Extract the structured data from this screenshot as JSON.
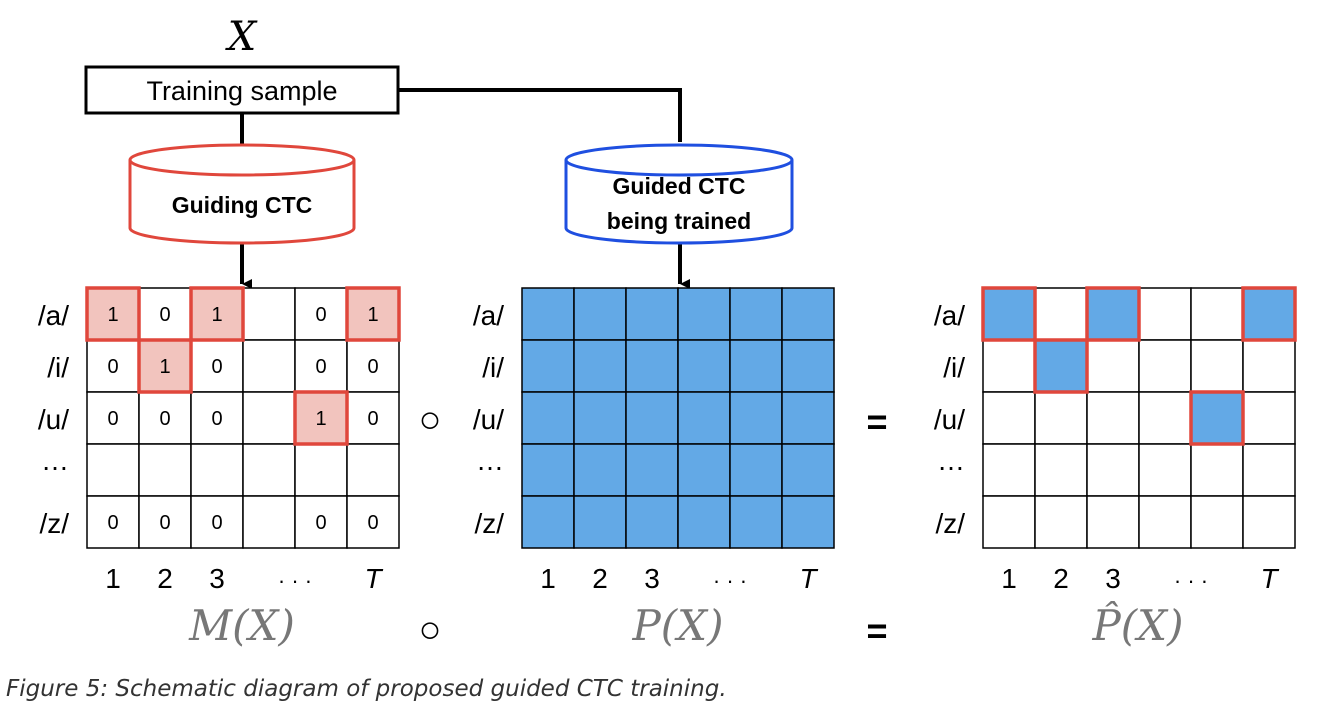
{
  "input": {
    "symbol": "X",
    "box_label": "Training sample"
  },
  "guiding": {
    "label": "Guiding CTC",
    "color": "#e0473c"
  },
  "guided": {
    "label_line1": "Guided CTC",
    "label_line2": "being trained",
    "color": "#1f4fe0"
  },
  "row_labels": [
    "/a/",
    "/i/",
    "/u/",
    "…",
    "/z/"
  ],
  "col_labels": [
    "1",
    "2",
    "3",
    "· · ·",
    "T"
  ],
  "mask_matrix": {
    "title": "M(X)",
    "cells": [
      [
        "1",
        "0",
        "1",
        "",
        "0",
        "1"
      ],
      [
        "0",
        "1",
        "0",
        "",
        "0",
        "0"
      ],
      [
        "0",
        "0",
        "0",
        "",
        "1",
        "0"
      ],
      [
        "",
        "",
        "",
        "",
        "",
        ""
      ],
      [
        "0",
        "0",
        "0",
        "",
        "0",
        "0"
      ]
    ],
    "highlight_fill": "#f2c4be"
  },
  "posterior_matrix": {
    "title": "P(X)",
    "fill": "#63a9e6"
  },
  "result_matrix": {
    "title": "P̂(X)"
  },
  "operators": {
    "hadamard": "○",
    "equals": "="
  },
  "caption": "Figure 5: Schematic diagram of proposed guided CTC training."
}
